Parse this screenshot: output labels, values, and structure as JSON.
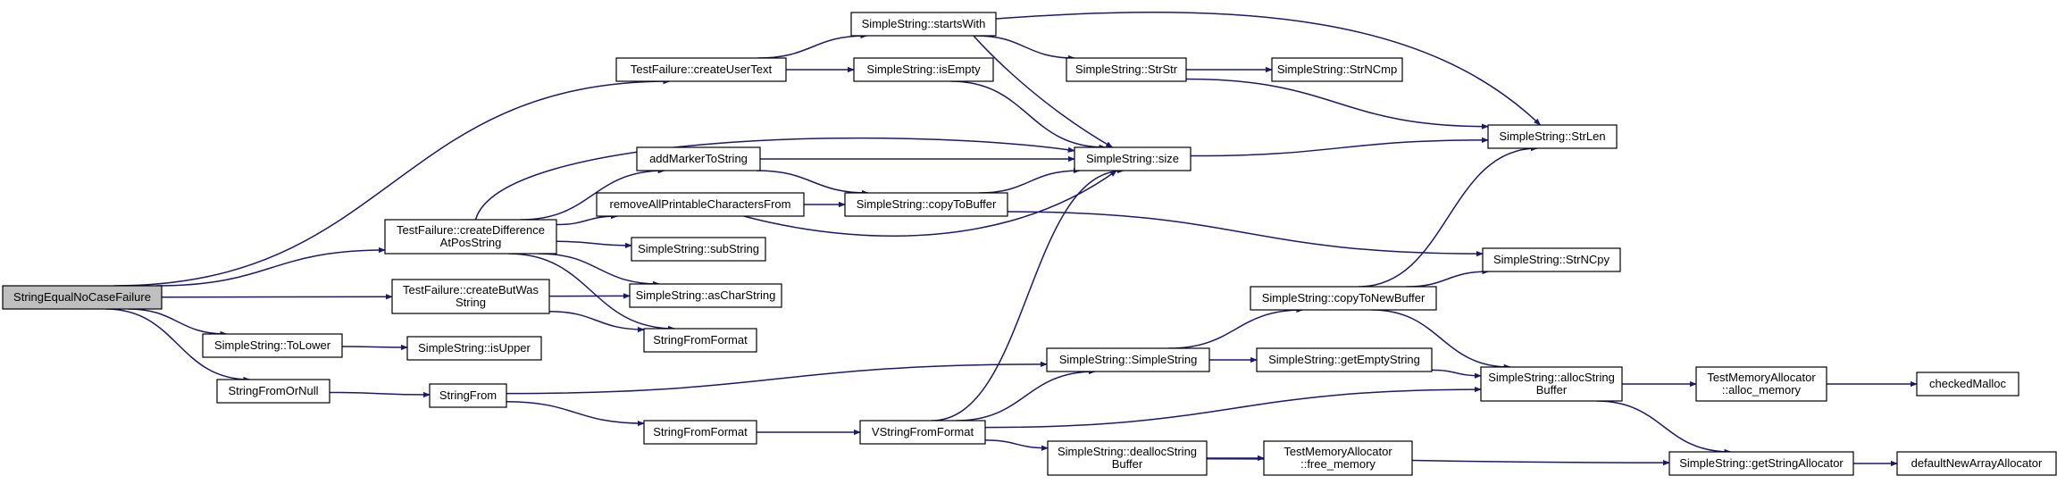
{
  "diagram": {
    "type": "call-graph",
    "edge_color": "#191970",
    "root_fill": "#bfbfbf",
    "node_fill": "#ffffff",
    "nodes": [
      {
        "id": "n0",
        "lines": [
          "StringEqualNoCaseFailure"
        ],
        "root": true
      },
      {
        "id": "n1",
        "lines": [
          "TestFailure::createUserText"
        ]
      },
      {
        "id": "n2",
        "lines": [
          "TestFailure::createDifference",
          "AtPosString"
        ]
      },
      {
        "id": "n3",
        "lines": [
          "TestFailure::createButWas",
          "String"
        ]
      },
      {
        "id": "n4",
        "lines": [
          "SimpleString::ToLower"
        ]
      },
      {
        "id": "n5",
        "lines": [
          "StringFromOrNull"
        ]
      },
      {
        "id": "n6",
        "lines": [
          "SimpleString::startsWith"
        ]
      },
      {
        "id": "n7",
        "lines": [
          "SimpleString::isEmpty"
        ]
      },
      {
        "id": "n8",
        "lines": [
          "addMarkerToString"
        ]
      },
      {
        "id": "n9",
        "lines": [
          "removeAllPrintableCharactersFrom"
        ]
      },
      {
        "id": "n10",
        "lines": [
          "SimpleString::subString"
        ]
      },
      {
        "id": "n11",
        "lines": [
          "SimpleString::asCharString"
        ]
      },
      {
        "id": "n12",
        "lines": [
          "StringFromFormat"
        ]
      },
      {
        "id": "n13",
        "lines": [
          "SimpleString::isUpper"
        ]
      },
      {
        "id": "n14",
        "lines": [
          "StringFrom"
        ]
      },
      {
        "id": "n15",
        "lines": [
          "StringFromFormat"
        ]
      },
      {
        "id": "n16",
        "lines": [
          "SimpleString::StrStr"
        ]
      },
      {
        "id": "n17",
        "lines": [
          "SimpleString::StrNCmp"
        ]
      },
      {
        "id": "n18",
        "lines": [
          "SimpleString::size"
        ]
      },
      {
        "id": "n19",
        "lines": [
          "SimpleString::copyToBuffer"
        ]
      },
      {
        "id": "n20",
        "lines": [
          "SimpleString::StrLen"
        ]
      },
      {
        "id": "n21",
        "lines": [
          "SimpleString::StrNCpy"
        ]
      },
      {
        "id": "n22",
        "lines": [
          "SimpleString::copyToNewBuffer"
        ]
      },
      {
        "id": "n23",
        "lines": [
          "VStringFromFormat"
        ]
      },
      {
        "id": "n24",
        "lines": [
          "SimpleString::SimpleString"
        ]
      },
      {
        "id": "n25",
        "lines": [
          "SimpleString::getEmptyString"
        ]
      },
      {
        "id": "n26",
        "lines": [
          "SimpleString::allocString",
          "Buffer"
        ]
      },
      {
        "id": "n27",
        "lines": [
          "SimpleString::deallocString",
          "Buffer"
        ]
      },
      {
        "id": "n28",
        "lines": [
          "TestMemoryAllocator",
          "::free_memory"
        ]
      },
      {
        "id": "n29",
        "lines": [
          "TestMemoryAllocator",
          "::alloc_memory"
        ]
      },
      {
        "id": "n30",
        "lines": [
          "checkedMalloc"
        ]
      },
      {
        "id": "n31",
        "lines": [
          "SimpleString::getStringAllocator"
        ]
      },
      {
        "id": "n32",
        "lines": [
          "defaultNewArrayAllocator"
        ]
      }
    ],
    "edges": [
      [
        "n0",
        "n1"
      ],
      [
        "n0",
        "n2"
      ],
      [
        "n0",
        "n3"
      ],
      [
        "n0",
        "n4"
      ],
      [
        "n0",
        "n5"
      ],
      [
        "n1",
        "n6"
      ],
      [
        "n1",
        "n7"
      ],
      [
        "n2",
        "n8"
      ],
      [
        "n2",
        "n9"
      ],
      [
        "n2",
        "n10"
      ],
      [
        "n2",
        "n11"
      ],
      [
        "n2",
        "n12"
      ],
      [
        "n2",
        "n18"
      ],
      [
        "n3",
        "n11"
      ],
      [
        "n3",
        "n12"
      ],
      [
        "n4",
        "n13"
      ],
      [
        "n5",
        "n14"
      ],
      [
        "n14",
        "n15"
      ],
      [
        "n14",
        "n24"
      ],
      [
        "n15",
        "n23"
      ],
      [
        "n6",
        "n16"
      ],
      [
        "n6",
        "n18"
      ],
      [
        "n6",
        "n20"
      ],
      [
        "n7",
        "n18"
      ],
      [
        "n8",
        "n18"
      ],
      [
        "n8",
        "n19"
      ],
      [
        "n9",
        "n19"
      ],
      [
        "n9",
        "n18"
      ],
      [
        "n16",
        "n17"
      ],
      [
        "n16",
        "n20"
      ],
      [
        "n18",
        "n20"
      ],
      [
        "n19",
        "n18"
      ],
      [
        "n19",
        "n21"
      ],
      [
        "n23",
        "n18"
      ],
      [
        "n23",
        "n24"
      ],
      [
        "n23",
        "n26"
      ],
      [
        "n23",
        "n27"
      ],
      [
        "n24",
        "n22"
      ],
      [
        "n24",
        "n25"
      ],
      [
        "n22",
        "n20"
      ],
      [
        "n22",
        "n21"
      ],
      [
        "n22",
        "n26"
      ],
      [
        "n25",
        "n26"
      ],
      [
        "n26",
        "n29"
      ],
      [
        "n26",
        "n31"
      ],
      [
        "n27",
        "n28"
      ],
      [
        "n27",
        "n31"
      ],
      [
        "n29",
        "n30"
      ],
      [
        "n31",
        "n32"
      ]
    ]
  }
}
